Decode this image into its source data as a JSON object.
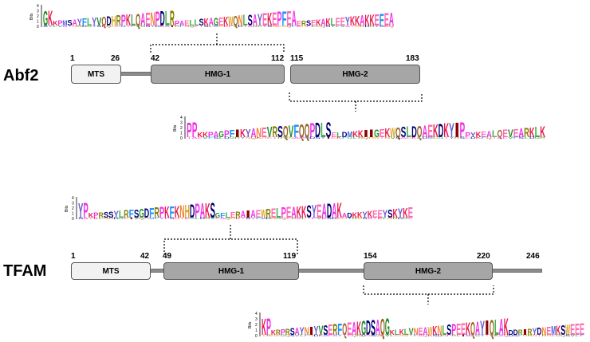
{
  "colors": {
    "backbone": "#8c8c8c",
    "mts_fill": "#f2f2f2",
    "hmg_fill": "#a6a6a6",
    "residue_palette": [
      "#e6194b",
      "#3cb44b",
      "#4363d8",
      "#f58231",
      "#911eb4",
      "#f032e6",
      "#9a6324",
      "#808000",
      "#000075",
      "#ff69b4",
      "#1e90ff",
      "#228b22",
      "#daa520",
      "#8b0000",
      "#6a5acd"
    ]
  },
  "logos": {
    "axis_label": "Bits",
    "ticks": [
      "4",
      "3",
      "2",
      "1",
      "0"
    ],
    "abf2_hmg1": {
      "sequence": "GKKPMSAYFLYVQDHRPKLQAENPDLRPAELLSKAGEKWQNLSAYEKEPFEAERSEKAKLEEYKKAKKEFEA",
      "filler": "SYLVATNRDGYSKQHEMTPVGSYDKAIRFNQETSLMHKPVDTAGRYSNEWQFKHPLCQ"
    },
    "abf2_hmg2": {
      "sequence": "PPKKPAGPFIKYANEVRSQVFQQPDLSELDMKKIIGEKWQSLDQAEKDKYIPPYKEALQEVEARKLK",
      "filler": "TAEVFSLDGRYNQKHETRVNAPMDSYIEKFGLRQHWTNVSAEKLDMCGTYRSEDKFQ"
    },
    "tfam_hmg1": {
      "sequence": "YPKPRSSYLRFSGDFRPKFKNHDPAKSGFLERAIAEWRELPEAKKSYEADAKADKKYKEEYSKYKE",
      "filler": "SATKLNRDGEIVQHMFYPSNTKGLDRVEAQHKTSYFMDNGQERALTPVKSDEHYRW"
    },
    "tfam_hmg2": {
      "sequence": "KPKRPRSAYNIYVSERFQEAKGDSAQGKLKLVNEAWKNLSPEEKQAYIQLAKDDRIRYDNEMKSWEEE",
      "filler": "TRHEGQSVLFNDKMPAYTEQRDNSGKVLEHWTFAQKSDNPRLIMEGYTVKAQDSFHRN"
    }
  },
  "abf2": {
    "label": "Abf2",
    "positions": [
      "1",
      "26",
      "42",
      "112",
      "115",
      "183"
    ],
    "mts_label": "MTS",
    "hmg1_label": "HMG-1",
    "hmg2_label": "HMG-2"
  },
  "tfam": {
    "label": "TFAM",
    "positions": [
      "1",
      "42",
      "49",
      "119",
      "154",
      "220",
      "246"
    ],
    "mts_label": "MTS",
    "hmg1_label": "HMG-1",
    "hmg2_label": "HMG-2"
  }
}
